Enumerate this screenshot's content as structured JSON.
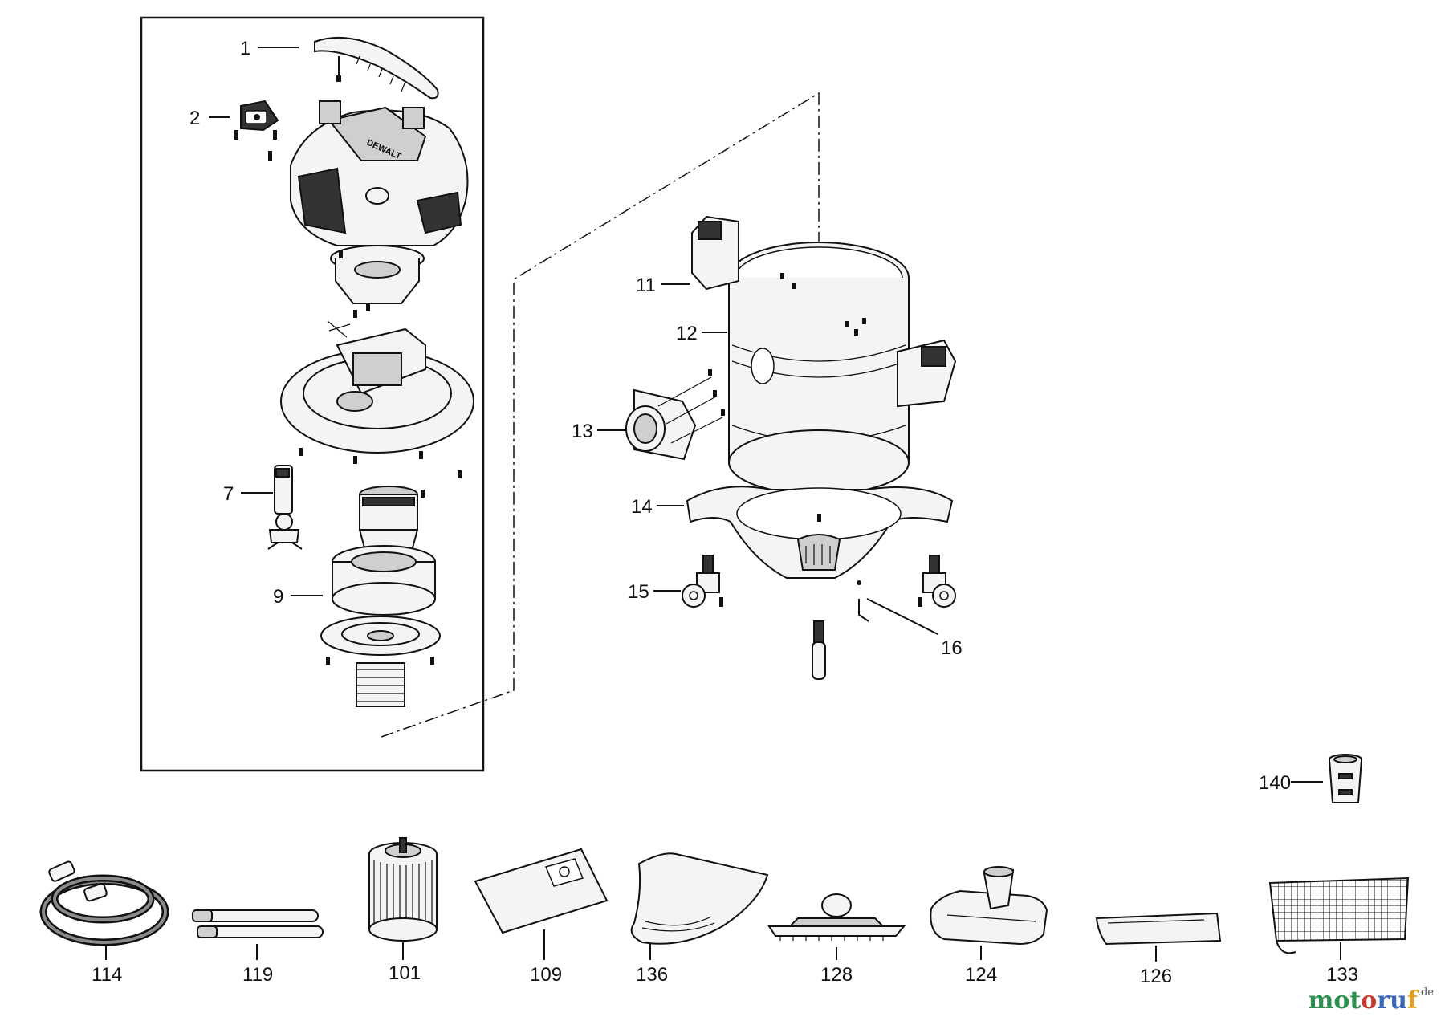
{
  "labels": {
    "p1": "1",
    "p2": "2",
    "p7": "7",
    "p9": "9",
    "p11": "11",
    "p12": "12",
    "p13": "13",
    "p14": "14",
    "p15": "15",
    "p16": "16",
    "p140": "140",
    "p114": "114",
    "p119": "119",
    "p101": "101",
    "p109": "109",
    "p136": "136",
    "p128": "128",
    "p124": "124",
    "p126": "126",
    "p133": "133"
  },
  "head_brand_text": "DEWALT",
  "watermark": {
    "part1": "mot",
    "part2": "o",
    "part3": "ru",
    "part4": "f",
    "suffix": ".de"
  },
  "colors": {
    "line": "#111111",
    "background": "#ffffff"
  }
}
